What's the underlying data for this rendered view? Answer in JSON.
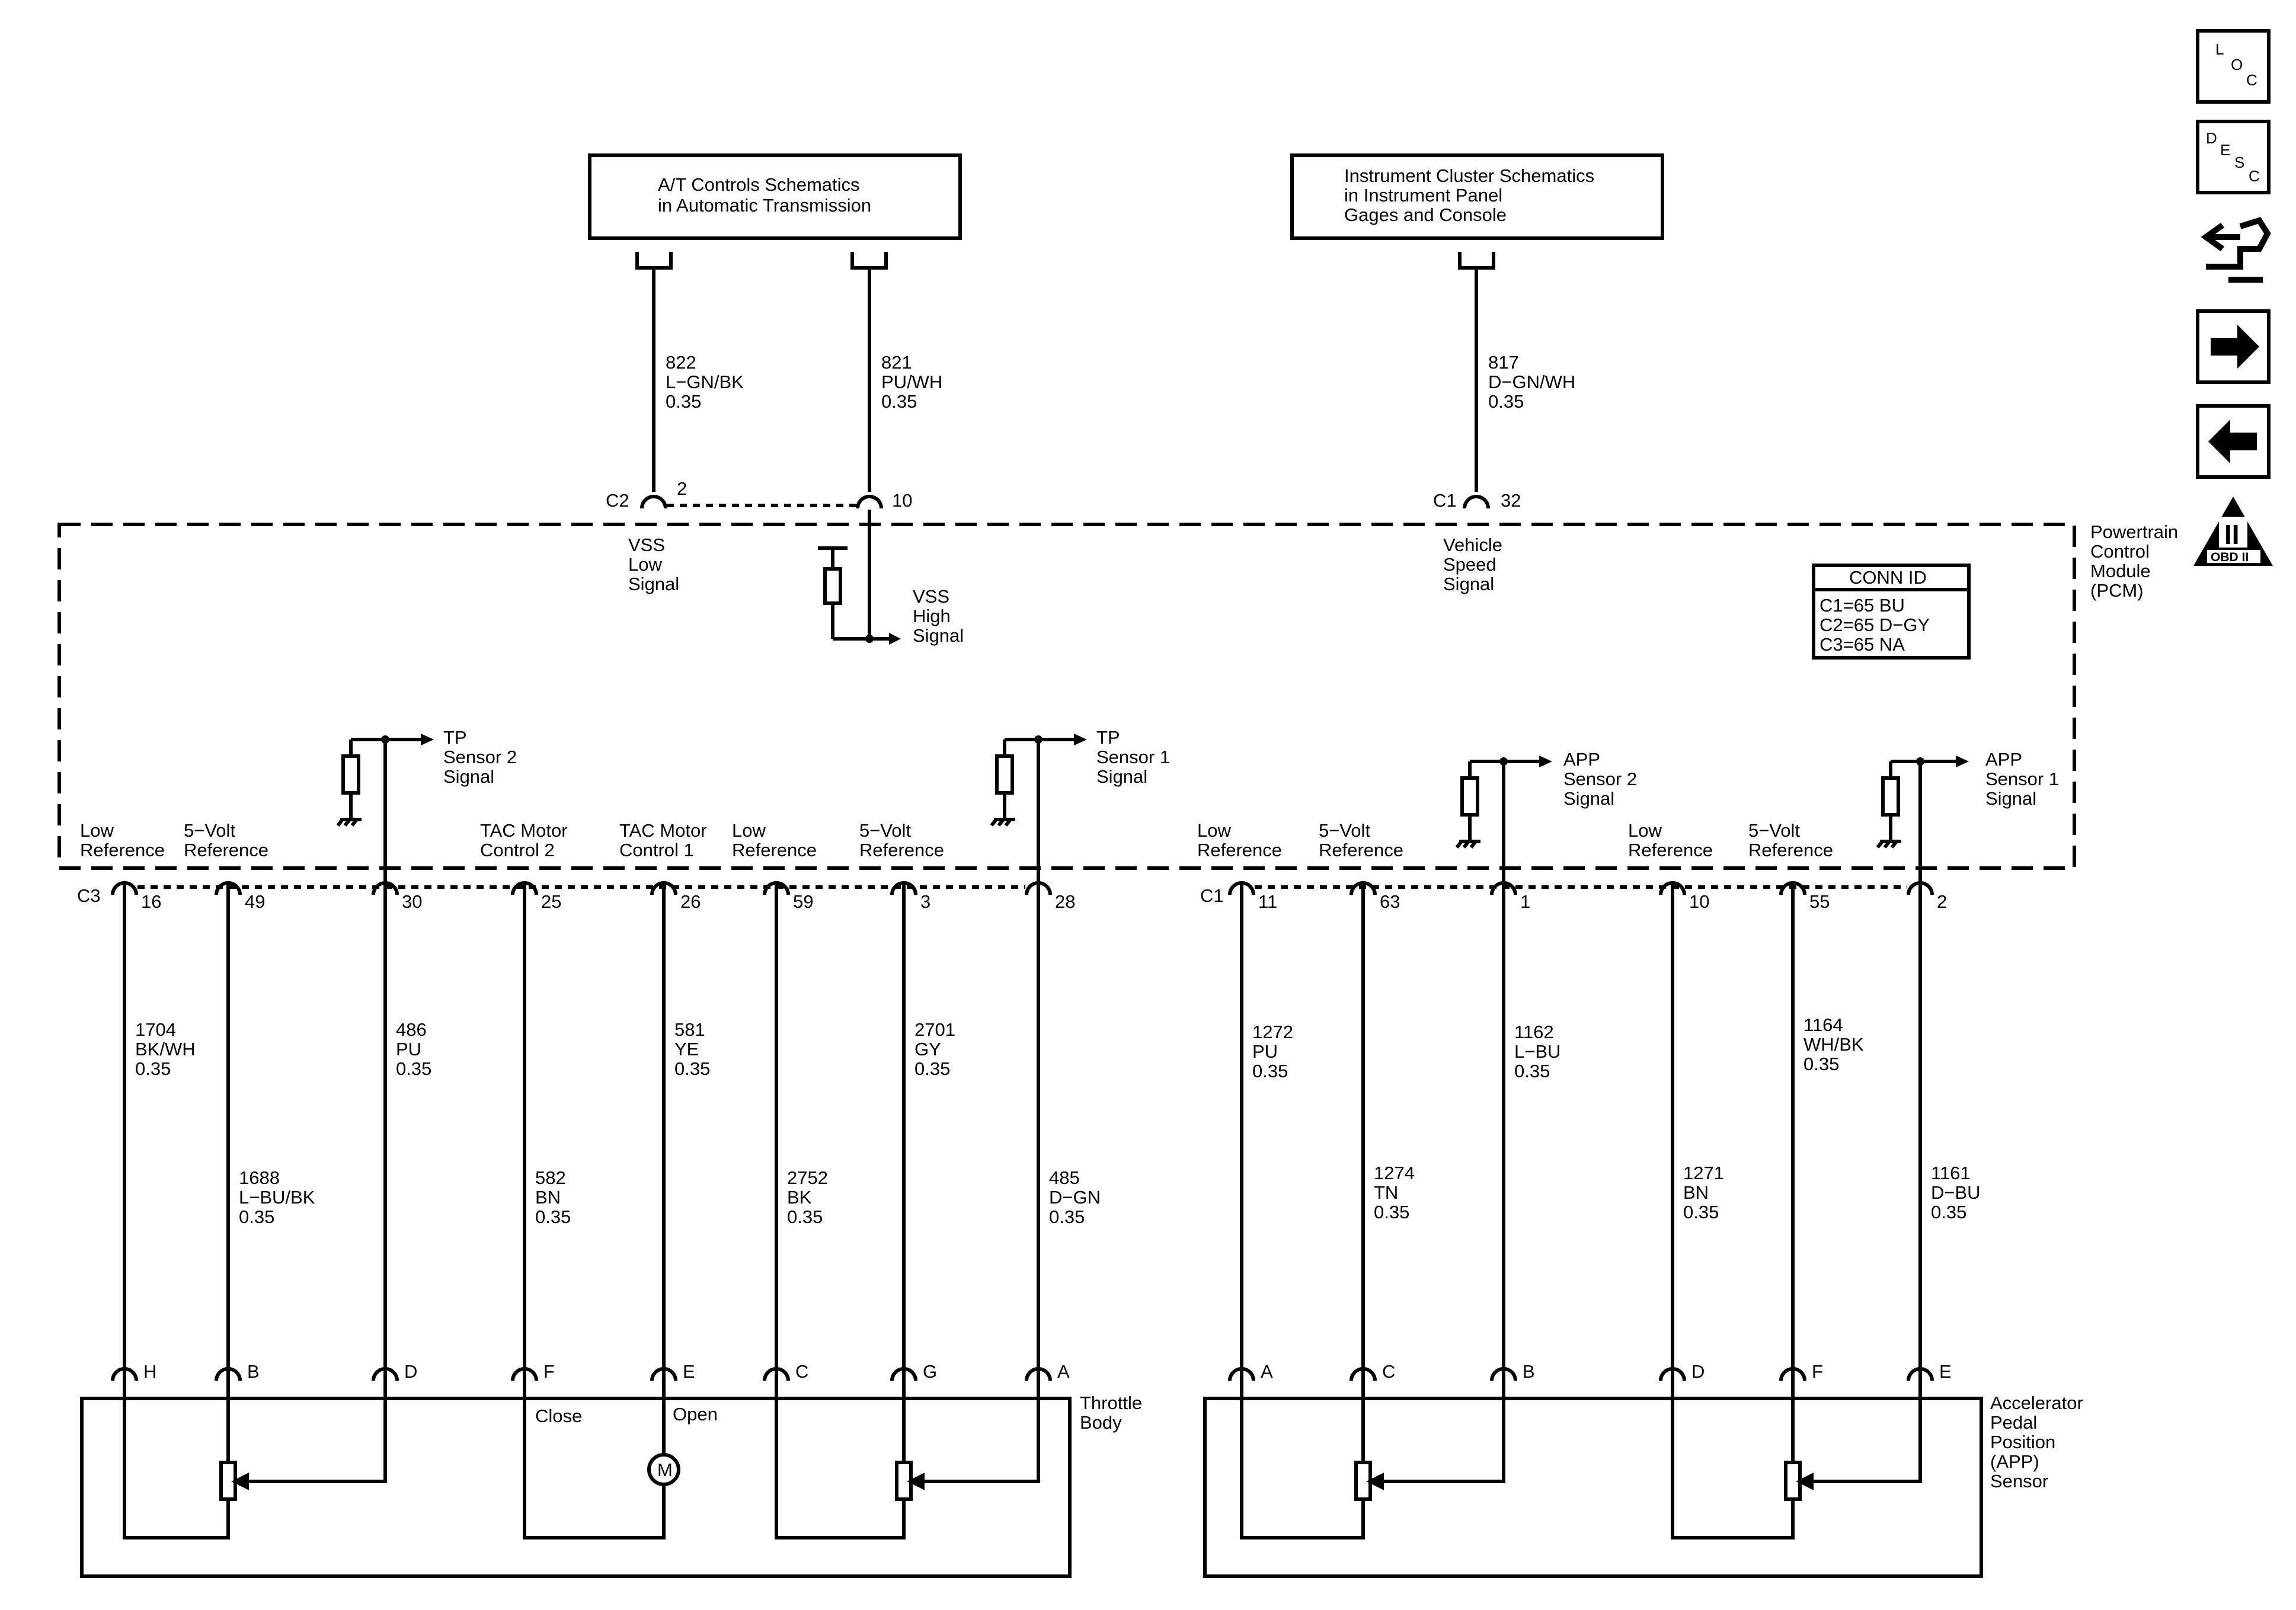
{
  "diagram": {
    "boxes": {
      "at_controls": [
        "A/T Controls Schematics",
        "in Automatic Transmission"
      ],
      "instrument_cluster": [
        "Instrument Cluster Schematics",
        "in Instrument Panel",
        "Gages and Console"
      ]
    },
    "top_wires": [
      {
        "circuit": "822",
        "color": "L−GN/BK",
        "gauge": "0.35"
      },
      {
        "circuit": "821",
        "color": "PU/WH",
        "gauge": "0.35"
      },
      {
        "circuit": "817",
        "color": "D−GN/WH",
        "gauge": "0.35"
      }
    ],
    "top_pins": {
      "c2": "C2",
      "c2_pin": "2",
      "c2_pin_b": "10",
      "c1": "C1",
      "c1_pin": "32"
    },
    "pcm_label": [
      "Powertrain",
      "Control",
      "Module",
      "(PCM)"
    ],
    "conn_id": {
      "title": "CONN ID",
      "lines": [
        "C1=65 BU",
        "C2=65 D−GY",
        "C3=65 NA"
      ]
    },
    "pcm_signals": {
      "vss_low": [
        "VSS",
        "Low",
        "Signal"
      ],
      "vss_high": [
        "VSS",
        "High",
        "Signal"
      ],
      "vehicle_speed": [
        "Vehicle",
        "Speed",
        "Signal"
      ],
      "tp2": [
        "TP",
        "Sensor 2",
        "Signal"
      ],
      "tp1": [
        "TP",
        "Sensor 1",
        "Signal"
      ],
      "app2": [
        "APP",
        "Sensor 2",
        "Signal"
      ],
      "app1": [
        "APP",
        "Sensor 1",
        "Signal"
      ]
    },
    "bottom_left": {
      "connector": "C3",
      "pins": [
        {
          "label": [
            "Low",
            "Reference"
          ],
          "pin": "16",
          "circuit": "1704",
          "color": "BK/WH",
          "gauge": "0.35",
          "letter": "H"
        },
        {
          "label": [
            "5−Volt",
            "Reference"
          ],
          "pin": "49",
          "circuit": "1688",
          "color": "L−BU/BK",
          "gauge": "0.35",
          "letter": "B"
        },
        {
          "label": [
            "",
            ""
          ],
          "pin": "30",
          "circuit": "486",
          "color": "PU",
          "gauge": "0.35",
          "letter": "D"
        },
        {
          "label": [
            "TAC Motor",
            "Control 2"
          ],
          "pin": "25",
          "circuit": "582",
          "color": "BN",
          "gauge": "0.35",
          "letter": "F"
        },
        {
          "label": [
            "TAC Motor",
            "Control 1"
          ],
          "pin": "26",
          "circuit": "581",
          "color": "YE",
          "gauge": "0.35",
          "letter": "E"
        },
        {
          "label": [
            "Low",
            "Reference"
          ],
          "pin": "59",
          "circuit": "2752",
          "color": "BK",
          "gauge": "0.35",
          "letter": "C"
        },
        {
          "label": [
            "5−Volt",
            "Reference"
          ],
          "pin": "3",
          "circuit": "2701",
          "color": "GY",
          "gauge": "0.35",
          "letter": "G"
        },
        {
          "label": [
            "",
            ""
          ],
          "pin": "28",
          "circuit": "485",
          "color": "D−GN",
          "gauge": "0.35",
          "letter": "A"
        }
      ]
    },
    "bottom_right": {
      "connector": "C1",
      "pins": [
        {
          "label": [
            "Low",
            "Reference"
          ],
          "pin": "11",
          "circuit": "1272",
          "color": "PU",
          "gauge": "0.35",
          "letter": "A"
        },
        {
          "label": [
            "5−Volt",
            "Reference"
          ],
          "pin": "63",
          "circuit": "1274",
          "color": "TN",
          "gauge": "0.35",
          "letter": "C"
        },
        {
          "label": [
            "",
            ""
          ],
          "pin": "1",
          "circuit": "1162",
          "color": "L−BU",
          "gauge": "0.35",
          "letter": "B"
        },
        {
          "label": [
            "Low",
            "Reference"
          ],
          "pin": "10",
          "circuit": "1271",
          "color": "BN",
          "gauge": "0.35",
          "letter": "D"
        },
        {
          "label": [
            "5−Volt",
            "Reference"
          ],
          "pin": "55",
          "circuit": "1164",
          "color": "WH/BK",
          "gauge": "0.35",
          "letter": "F"
        },
        {
          "label": [
            "",
            ""
          ],
          "pin": "2",
          "circuit": "1161",
          "color": "D−BU",
          "gauge": "0.35",
          "letter": "E"
        }
      ]
    },
    "throttle_body": {
      "label": [
        "Throttle",
        "Body"
      ],
      "close": "Close",
      "open": "Open",
      "motor": "M"
    },
    "app_sensor": {
      "label": [
        "Accelerator",
        "Pedal",
        "Position",
        "(APP)",
        "Sensor"
      ]
    }
  },
  "nav_icons": {
    "loc": [
      "L",
      "O",
      "C"
    ],
    "desc": [
      "D",
      "E",
      "S",
      "C"
    ],
    "obd": {
      "numeral": "II",
      "text": "OBD II"
    }
  }
}
